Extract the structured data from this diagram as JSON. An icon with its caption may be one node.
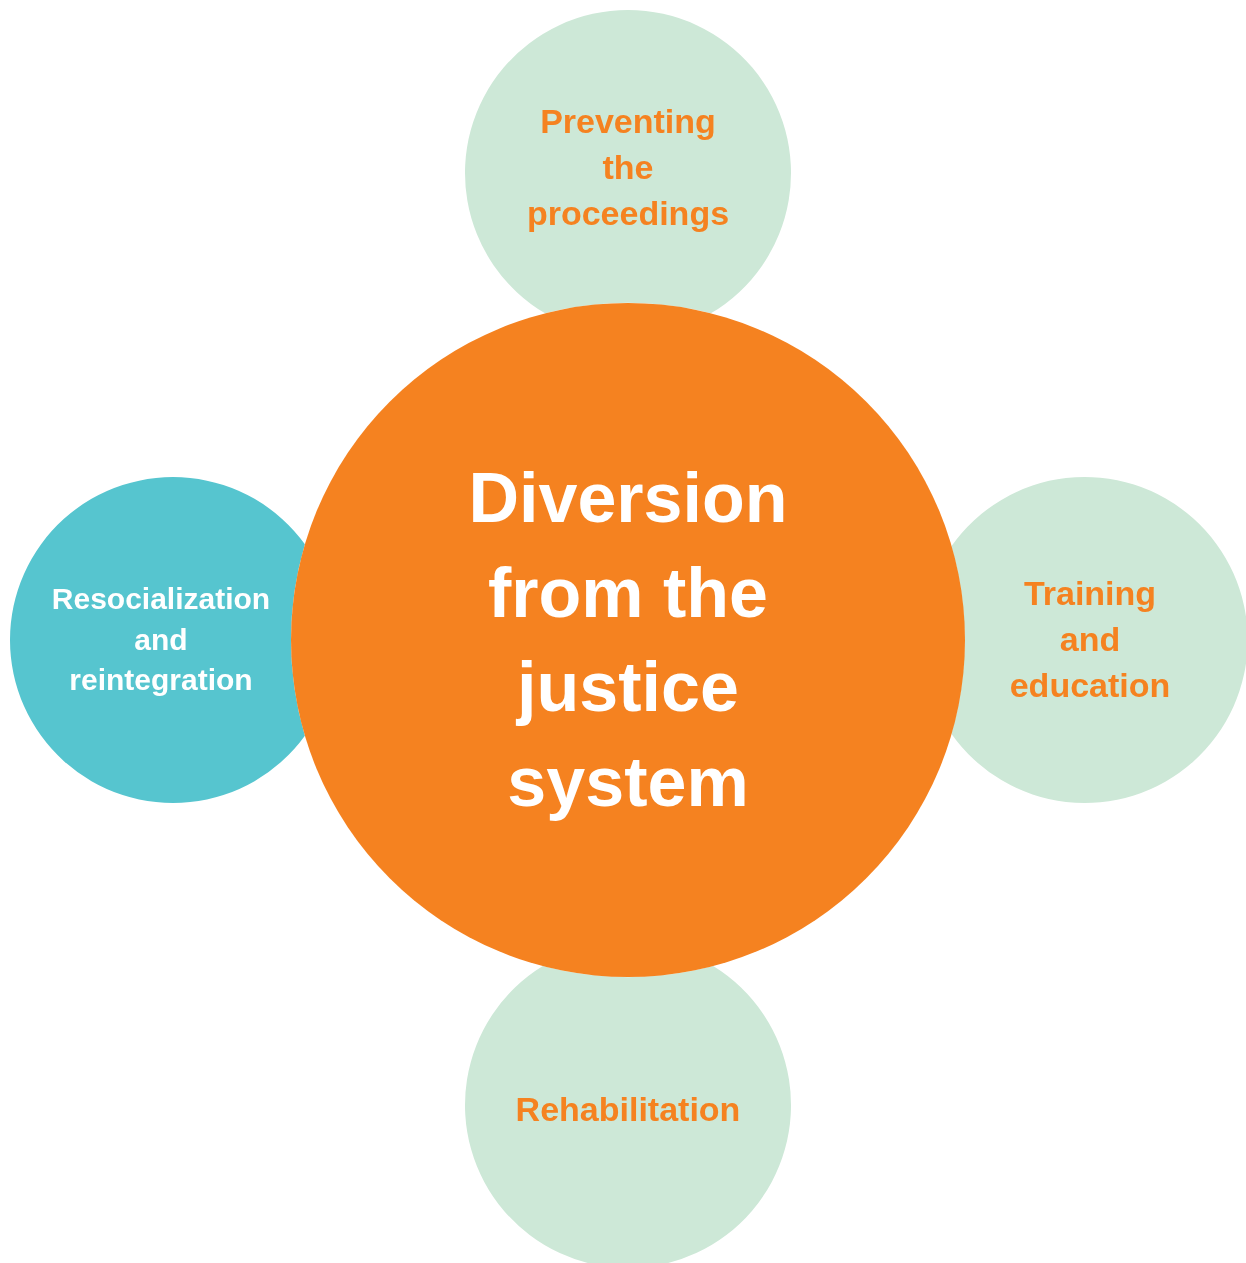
{
  "diagram": {
    "nodes": [
      {
        "text": [
          "Preventing the proceedings"
        ]
      },
      {
        "text": [
          "Resocialization and reintegration"
        ]
      },
      {
        "text": [
          "Diversion from the justice system"
        ]
      },
      {
        "text": [
          "Training and education"
        ]
      },
      {
        "text": [
          "Rehabilitation"
        ]
      }
    ]
  }
}
